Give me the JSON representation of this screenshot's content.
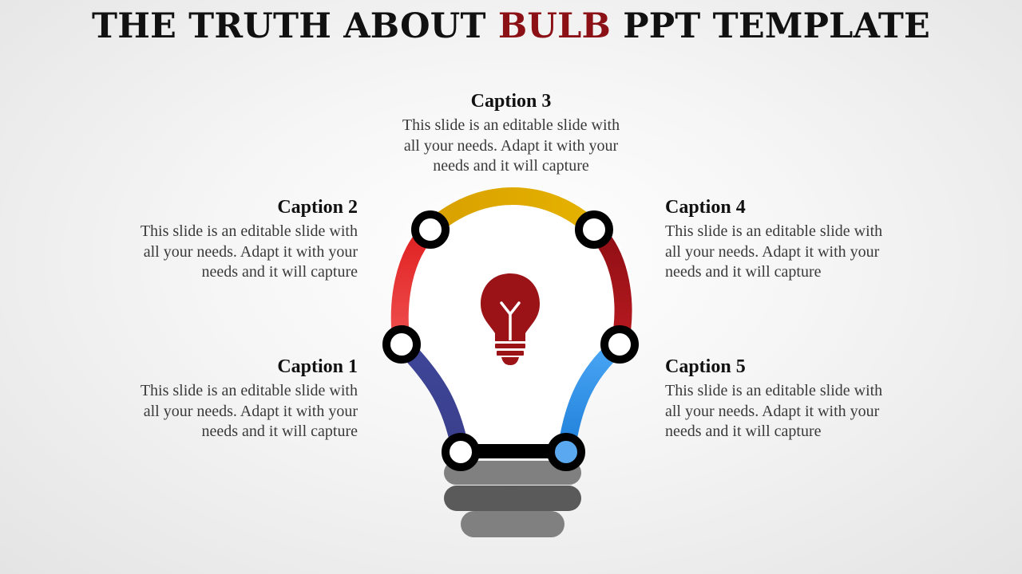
{
  "title": {
    "prefix": "THE TRUTH ABOUT ",
    "highlight": "BULB",
    "suffix": " PPT TEMPLATE",
    "highlight_color": "#8b1116"
  },
  "captions": [
    {
      "heading": "Caption 1",
      "text": "This slide is an editable slide with all your needs. Adapt it with your needs and it will capture",
      "color": "#3c4593"
    },
    {
      "heading": "Caption 2",
      "text": "This slide is an editable slide with all your needs. Adapt it with your needs and it will capture",
      "color": "#e53a3a"
    },
    {
      "heading": "Caption 3",
      "text": "This slide is an editable slide with all your needs. Adapt it with your needs and it will capture",
      "color": "#dca400"
    },
    {
      "heading": "Caption 4",
      "text": "This slide is an editable slide with all your needs. Adapt it with your needs and it will capture",
      "color": "#a3141b"
    },
    {
      "heading": "Caption 5",
      "text": "This slide is an editable slide with all your needs. Adapt it with your needs and it will capture",
      "color": "#2f8fe8"
    }
  ],
  "icons": {
    "center": "lightbulb-icon"
  },
  "colors": {
    "bulb_icon": "#9b1217",
    "base_dark": "#5a5a5a",
    "base_light": "#808080",
    "node_ring": "#000000",
    "node_fill_accent": "#5aa9f0"
  }
}
